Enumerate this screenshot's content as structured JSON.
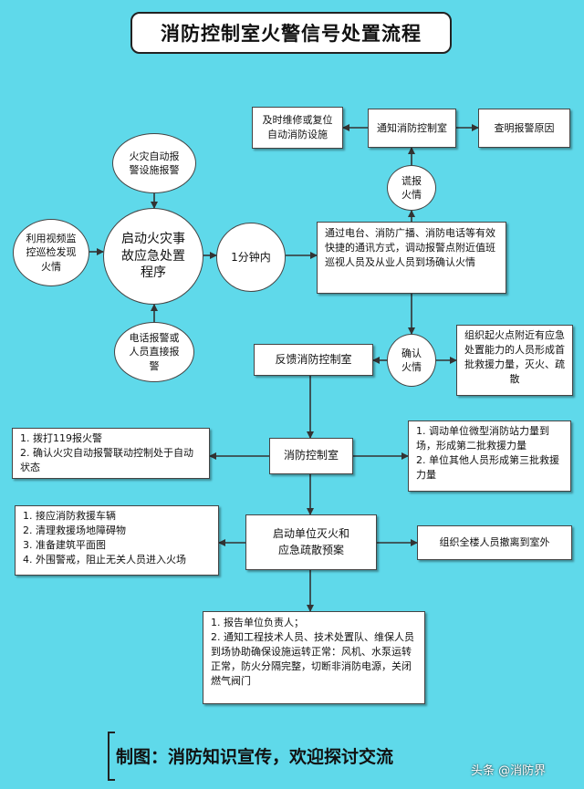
{
  "title": "消防控制室火警信号处置流程",
  "nodes": {
    "auto_alarm": "火灾自动报警设施报警",
    "video_patrol": "利用视频监控巡检发现火情",
    "start_plan": "启动火灾事故应急处置程序",
    "phone_alarm": "电话报警或人员直接报警",
    "one_minute": "1分钟内",
    "notify_staff": "通过电台、消防广播、消防电话等有效快捷的通讯方式，调动报警点附近值班巡视人员及从业人员到场确认火情",
    "false_alarm": "谎报火情",
    "notify_control": "通知消防控制室",
    "repair": "及时维修或复位自动消防设施",
    "check_cause": "查明报警原因",
    "confirm_fire": "确认火情",
    "first_rescue": "组织起火点附近有应急处置能力的人员形成首批救援力量，灭火、疏散",
    "feedback": "反馈消防控制室",
    "control_room": "消防控制室",
    "left_actions_1": "1. 拨打119报火警\n2. 确认火灾自动报警联动控制处于自动状态",
    "right_actions_1": "1. 调动单位微型消防站力量到场，形成第二批救援力量\n2. 单位其他人员形成第三批救援力量",
    "start_evac": "启动单位灭火和应急疏散预案",
    "left_actions_2": "1. 接应消防救援车辆\n2. 清理救援场地障碍物\n3. 准备建筑平面图\n4. 外围警戒，阻止无关人员进入火场",
    "evacuate": "组织全楼人员撤离到室外",
    "final_actions": "1. 报告单位负责人；\n2. 通知工程技术人员、技术处置队、维保人员到场协助确保设施运转正常：风机、水泵运转正常，防火分隔完整，切断非消防电源，关闭燃气阀门"
  },
  "footer": "制图：消防知识宣传，欢迎探讨交流",
  "credit": "头条 @消防界",
  "colors": {
    "background": "#5fd9ea",
    "line": "#333333"
  }
}
